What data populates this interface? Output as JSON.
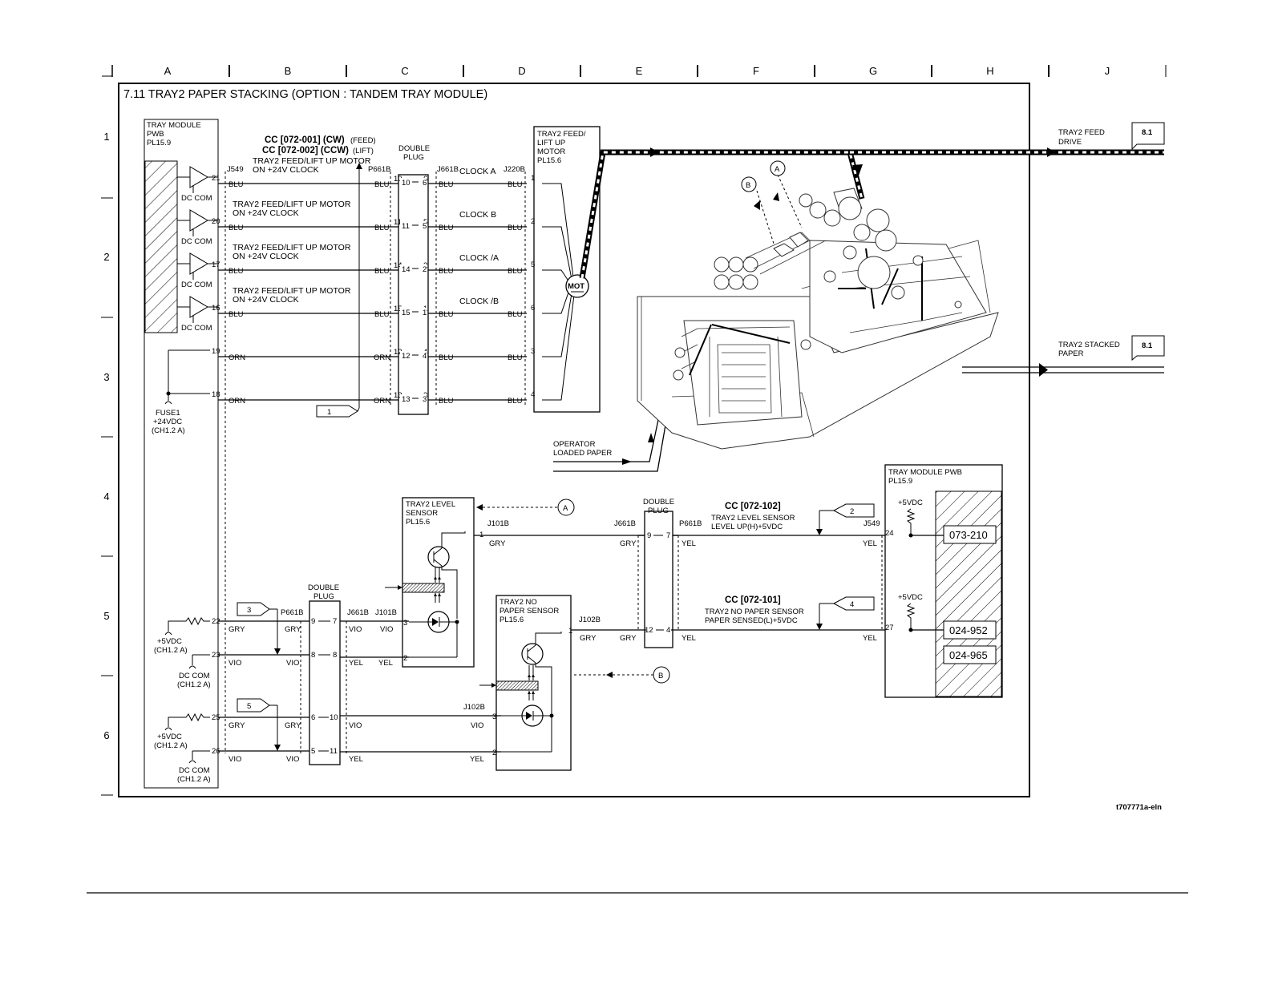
{
  "title": "7.11 TRAY2 PAPER STACKING (OPTION : TANDEM TRAY MODULE)",
  "grid": {
    "columns": [
      "A",
      "B",
      "C",
      "D",
      "E",
      "F",
      "G",
      "H",
      "J"
    ],
    "rows": [
      "1",
      "2",
      "3",
      "4",
      "5",
      "6"
    ]
  },
  "pwb_left": {
    "name": "TRAY MODULE",
    "name2": "PWB",
    "pl": "PL15.9"
  },
  "cc_feed": {
    "line1": "CC [072-001] (CW)",
    "line1b": "(FEED)",
    "line2": "CC [072-002] (CCW)",
    "line2b": "(LIFT)",
    "line3": "TRAY2 FEED/LIFT UP MOTOR",
    "line4": "ON +24V CLOCK"
  },
  "connectors": {
    "j549": "J549",
    "p661b": "P661B",
    "j661b": "J661B",
    "j220b": "J220B",
    "j101b": "J101B",
    "j102b": "J102B",
    "double_plug1": "DOUBLE",
    "double_plug2": "PLUG"
  },
  "pins_motor": [
    "21",
    "20",
    "17",
    "16",
    "19",
    "18"
  ],
  "plug_pins": [
    [
      "10",
      "6"
    ],
    [
      "11",
      "5"
    ],
    [
      "14",
      "2"
    ],
    [
      "15",
      "1"
    ],
    [
      "12",
      "4"
    ],
    [
      "13",
      "3"
    ]
  ],
  "motor_pins": [
    "1",
    "2",
    "5",
    "6",
    "3",
    "4"
  ],
  "wire_colors": {
    "blu": "BLU",
    "orn": "ORN",
    "gry": "GRY",
    "vio": "VIO",
    "yel": "YEL"
  },
  "clock_labels": [
    "CLOCK A",
    "CLOCK B",
    "CLOCK /A",
    "CLOCK /B"
  ],
  "clock_signal": {
    "line1": "TRAY2 FEED/LIFT UP MOTOR",
    "line2": "ON +24V CLOCK"
  },
  "dc_com": "DC COM",
  "fuse": {
    "l1": "FUSE1",
    "l2": "+24VDC",
    "l3": "(CH1.2 A)"
  },
  "motor_box": {
    "l1": "TRAY2 FEED/",
    "l2": "LIFT UP",
    "l3": "MOTOR",
    "l4": "PL15.6",
    "mot": "MOT"
  },
  "outputs": {
    "feed_drive": {
      "l1": "TRAY2 FEED",
      "l2": "DRIVE",
      "ref": "8.1"
    },
    "stacked_paper": {
      "l1": "TRAY2 STACKED",
      "l2": "PAPER",
      "ref": "8.1"
    }
  },
  "operator": {
    "l1": "OPERATOR",
    "l2": "LOADED PAPER"
  },
  "flags": [
    "1",
    "2",
    "3",
    "4",
    "5"
  ],
  "callouts": [
    "A",
    "B"
  ],
  "level_sensor": {
    "l1": "TRAY2 LEVEL",
    "l2": "SENSOR",
    "l3": "PL15.6"
  },
  "nopaper_sensor": {
    "l1": "TRAY2 NO",
    "l2": "PAPER SENSOR",
    "l3": "PL15.6"
  },
  "cc_level": {
    "l1": "CC [072-102]",
    "l2": "TRAY2 LEVEL SENSOR",
    "l3": "LEVEL UP(H)+5VDC"
  },
  "cc_nopaper": {
    "l1": "CC [072-101]",
    "l2": "TRAY2 NO PAPER SENSOR",
    "l3": "PAPER SENSED(L)+5VDC"
  },
  "pwb_right": {
    "name": "TRAY MODULE PWB",
    "pl": "PL15.9",
    "v5": "+5VDC",
    "pin24": "24",
    "pin27": "27",
    "codes": [
      "073-210",
      "024-952",
      "024-965"
    ]
  },
  "sensor_pins_left": [
    "22",
    "23",
    "25",
    "26"
  ],
  "power": {
    "v5": "+5VDC",
    "ch": "(CH1.2 A)",
    "dccom": "DC COM"
  },
  "sensor_plug_pins": [
    [
      "9",
      "7"
    ],
    [
      "8",
      "8"
    ],
    [
      "6",
      "10"
    ],
    [
      "5",
      "11"
    ]
  ],
  "right_plug_pins": [
    [
      "9",
      "7"
    ],
    [
      "12",
      "4"
    ]
  ],
  "sensor_pin_labels": {
    "one": "1",
    "two": "2",
    "three": "3"
  },
  "figure_id": "t707771a-eln"
}
